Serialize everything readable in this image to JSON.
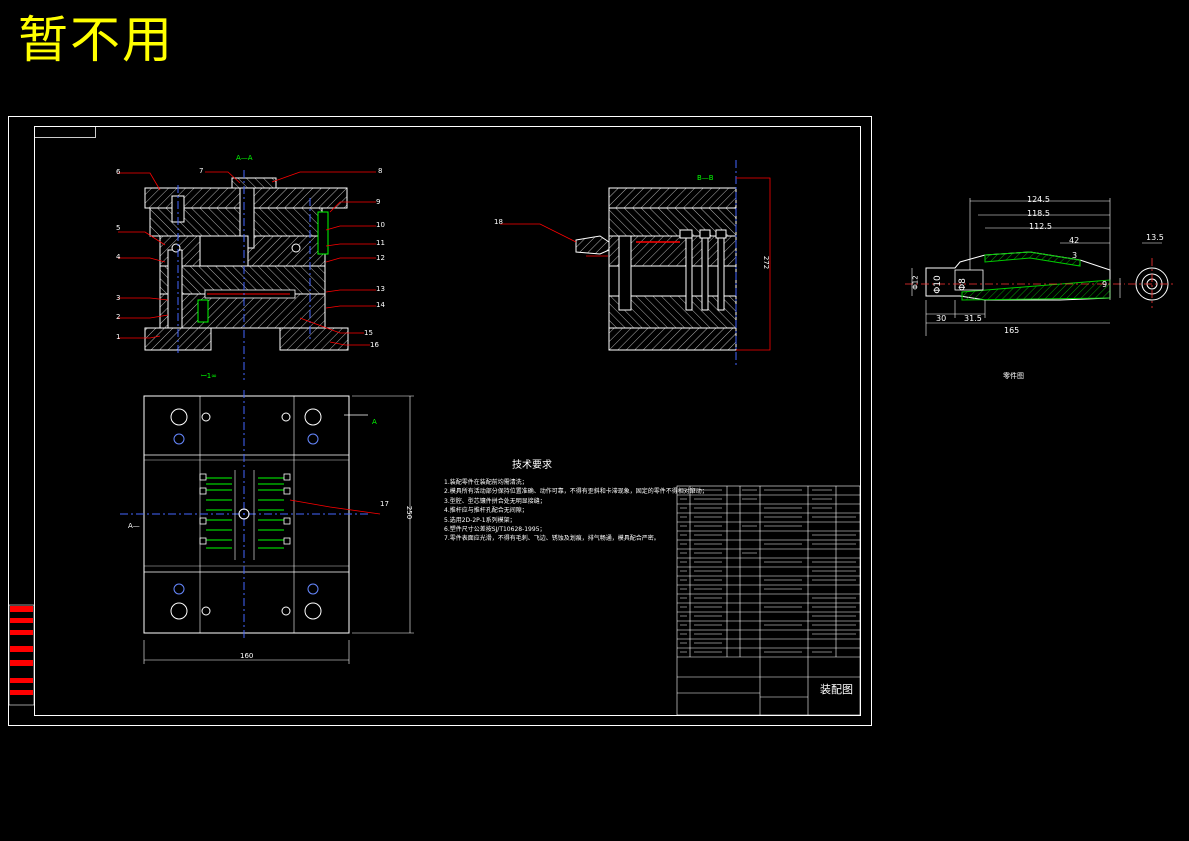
{
  "banner": {
    "text": "暂不用",
    "color": "#ffff00"
  },
  "colors": {
    "background": "#000000",
    "line": "#ffffff",
    "leader": "#ff0000",
    "centerline": "#0000ff",
    "part": "#00cc00",
    "section": "#00ff00"
  },
  "section_labels": {
    "aa": "A—A",
    "bb": "B—B",
    "a_left": "A—",
    "a_right": "A",
    "view_mark": "ꟷ1∞"
  },
  "callouts_left": [
    "1",
    "2",
    "3",
    "4",
    "5",
    "6"
  ],
  "callouts_right": [
    "8",
    "9",
    "10",
    "11",
    "12",
    "13",
    "14",
    "15",
    "16",
    "17"
  ],
  "callout_top": "7",
  "callout_side": "18",
  "dims": {
    "plan_width": "160",
    "plan_height": "250",
    "side_height": "272",
    "part_d1": "124.5",
    "part_d2": "118.5",
    "part_d3": "112.5",
    "part_d4": "42",
    "part_d5": "30",
    "part_d6": "31.5",
    "part_d7": "165",
    "part_d8": "13.5",
    "part_d9": "9",
    "part_d10": "Φ12",
    "part_d11": "Φ10",
    "part_d12": "Φ8",
    "part_d13": "3"
  },
  "part_drawing_label": "零件图",
  "tech": {
    "title": "技术要求",
    "items": [
      "1.装配零件在装配前均需清洗；",
      "2.模具所有活动部分保持位置准确、动作可靠，不得有歪斜和卡滞现象，固定的零件不得相对窜动；",
      "3.型腔、型芯镶件拼合处无明显接缝；",
      "4.推杆应与推杆孔配合无间隙；",
      "5.选用2D-2P-1系列模架；",
      "6.塑件尺寸公差按SJ/T10628-1995；",
      "7.零件表面应光滑，不得有毛刺、飞边、锈蚀及划痕，排气畅通，模具配合严密。"
    ]
  },
  "title_block": {
    "name": "装配图"
  }
}
